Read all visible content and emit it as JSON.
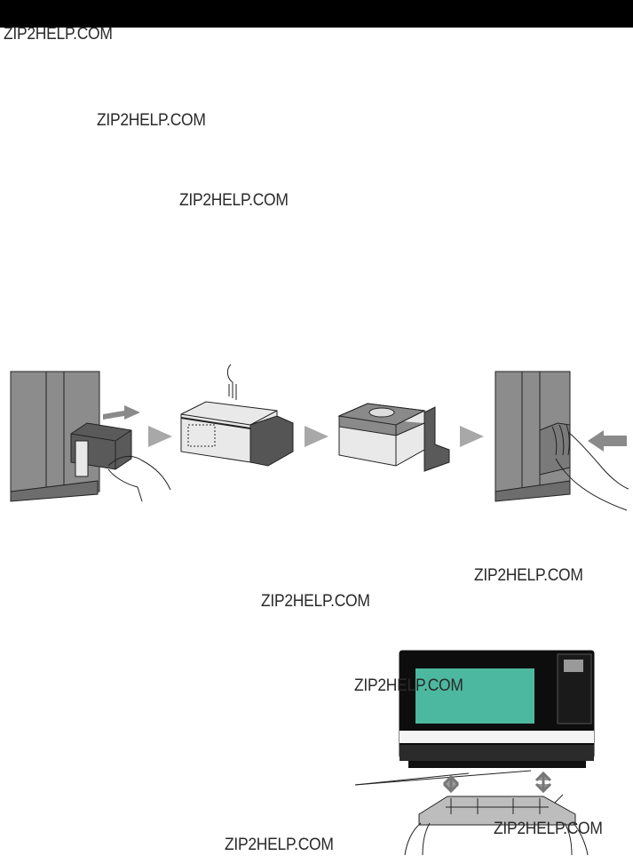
{
  "watermarks": [
    "ZIP2HELP.COM",
    "ZIP2HELP.COM",
    "ZIP2HELP.COM",
    "ZIP2HELP.COM",
    "ZIP2HELP.COM",
    "ZIP2HELP.COM",
    "ZIP2HELP.COM",
    "ZIP2HELP.COM"
  ],
  "colors": {
    "header_bar": "#000000",
    "microwave_window": "#4db8a0",
    "arrow_grey": "#a8a8a8",
    "panel_grey": "#8c8c8c"
  },
  "illustrations": {
    "water_tank_steps": [
      "tank-removal-step",
      "tank-filling-step",
      "tank-closed-step",
      "tank-insertion-step"
    ],
    "drip_tray": "drip-tray-removal"
  }
}
